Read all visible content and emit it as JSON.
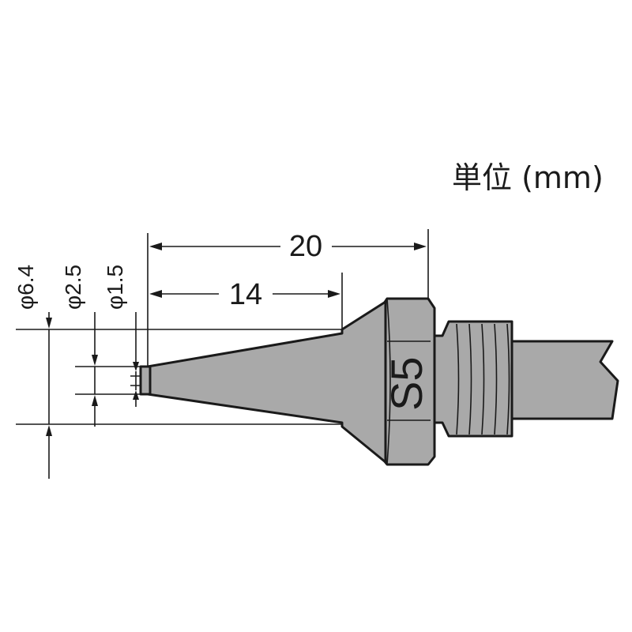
{
  "unit_label": "単位 (mm)",
  "dimensions": {
    "overall_length": "20",
    "cone_length": "14"
  },
  "diameters": {
    "outer": "φ6.4",
    "middle": "φ2.5",
    "tip": "φ1.5"
  },
  "nozzle_marking": "S5",
  "colors": {
    "part_fill": "#a9a9a9",
    "line": "#1a1a1a"
  }
}
